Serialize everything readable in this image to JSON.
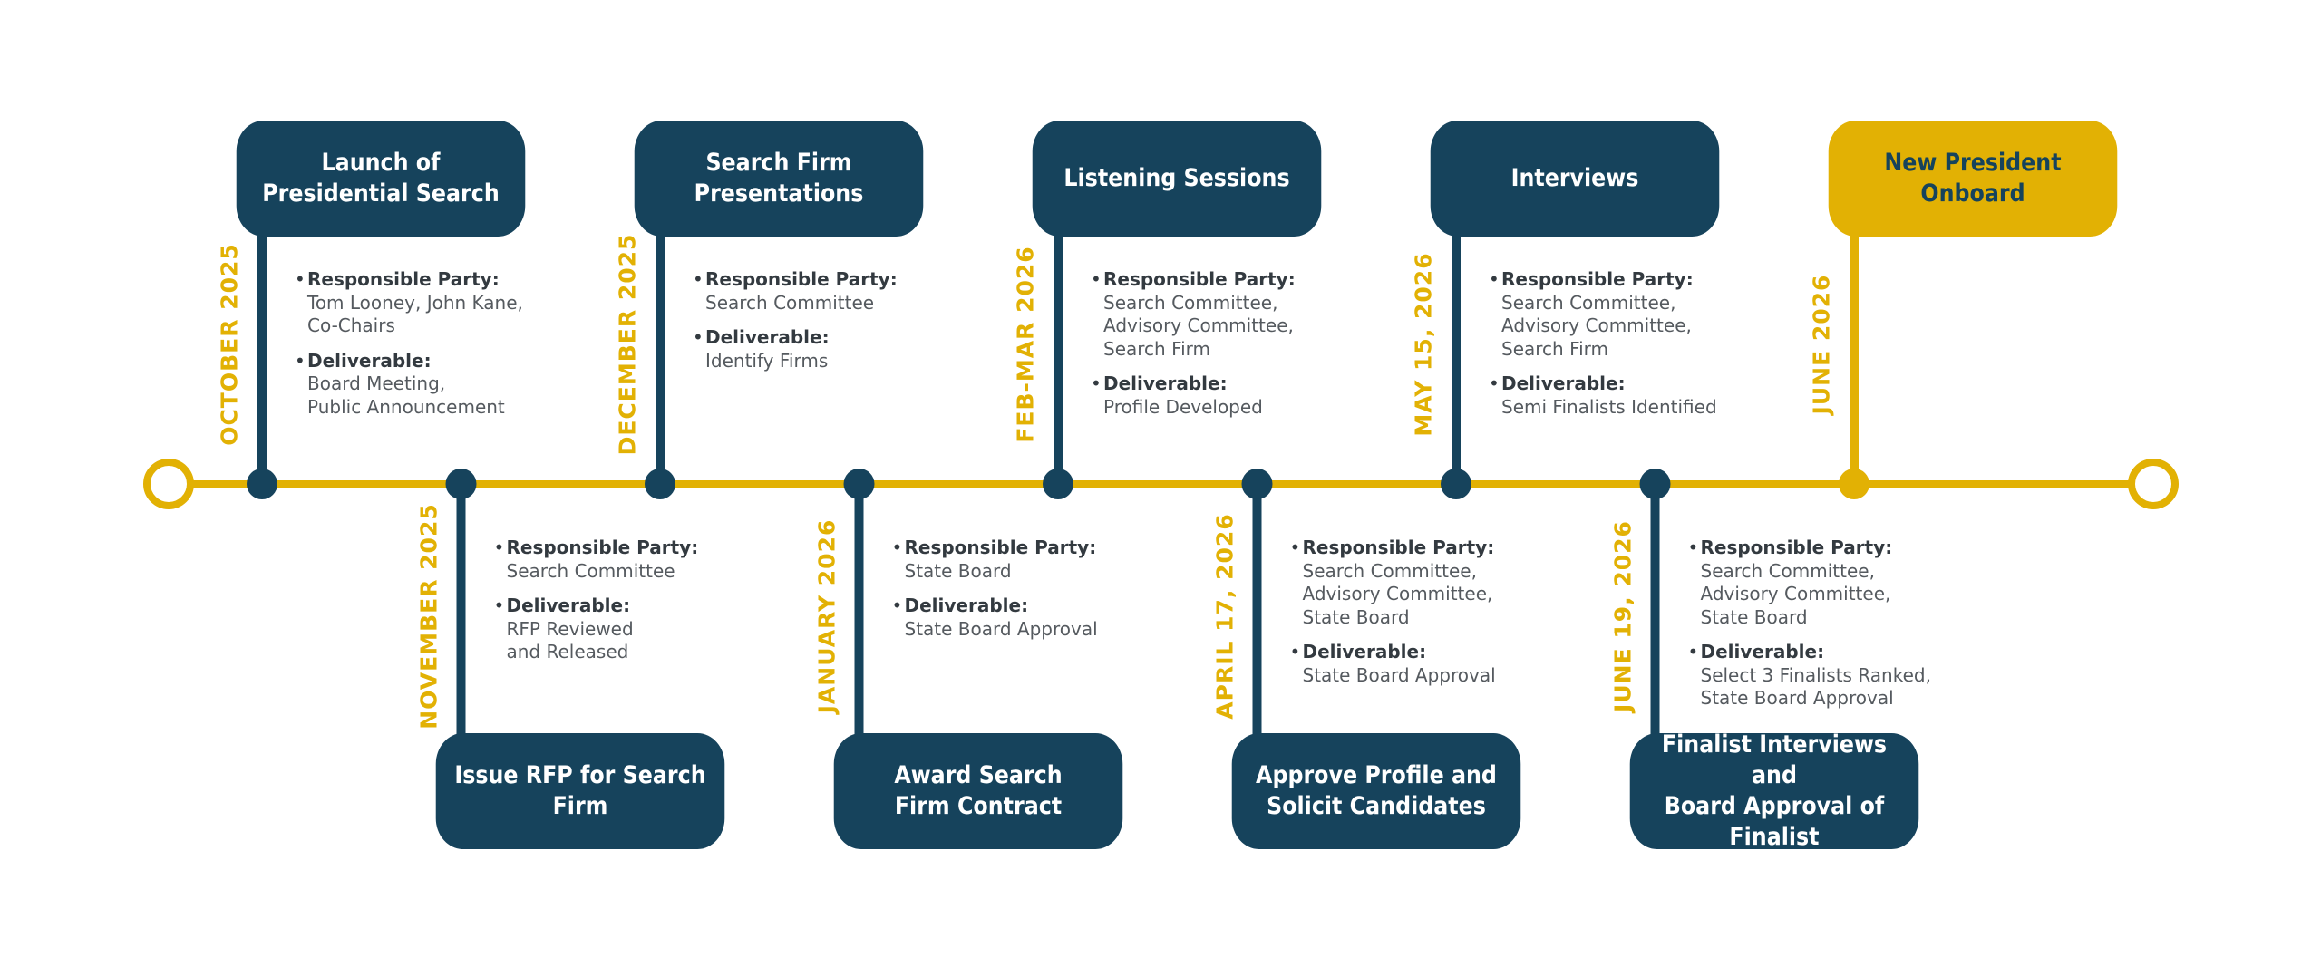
{
  "colors": {
    "navy": "#16435c",
    "gold": "#e2b104",
    "text": "#555a5f",
    "label": "#333a40"
  },
  "labels": {
    "party": "Responsible Party:",
    "deliverable": "Deliverable:"
  },
  "milestones": [
    {
      "title": "Launch of\nPresidential Search",
      "date": "OCTOBER 2025",
      "party": "Tom Looney, John Kane,\nCo-Chairs",
      "deliverable": "Board Meeting,\nPublic Announcement"
    },
    {
      "title": "Issue RFP for Search Firm",
      "date": "NOVEMBER 2025",
      "party": "Search Committee",
      "deliverable": "RFP Reviewed\nand Released"
    },
    {
      "title": "Search Firm Presentations",
      "date": "DECEMBER 2025",
      "party": "Search Committee",
      "deliverable": "Identify Firms"
    },
    {
      "title": "Award Search\nFirm Contract",
      "date": "JANUARY 2026",
      "party": "State Board",
      "deliverable": "State Board Approval"
    },
    {
      "title": "Listening Sessions",
      "date": "FEB-MAR 2026",
      "party": "Search Committee,\nAdvisory Committee,\nSearch Firm",
      "deliverable": "Profile Developed"
    },
    {
      "title": "Approve Profile and\nSolicit Candidates",
      "date": "APRIL 17, 2026",
      "party": "Search Committee,\nAdvisory Committee,\nState Board",
      "deliverable": "State Board Approval"
    },
    {
      "title": "Interviews",
      "date": "MAY 15, 2026",
      "party": "Search Committee,\nAdvisory Committee,\nSearch Firm",
      "deliverable": "Semi Finalists Identified"
    },
    {
      "title": "Finalist Interviews and\nBoard Approval of Finalist",
      "date": "JUNE 19, 2026",
      "party": "Search Committee,\nAdvisory Committee,\nState Board",
      "deliverable": "Select 3 Finalists Ranked,\nState Board Approval"
    },
    {
      "title": "New President Onboard",
      "date": "JUNE 2026",
      "highlight": true
    }
  ]
}
